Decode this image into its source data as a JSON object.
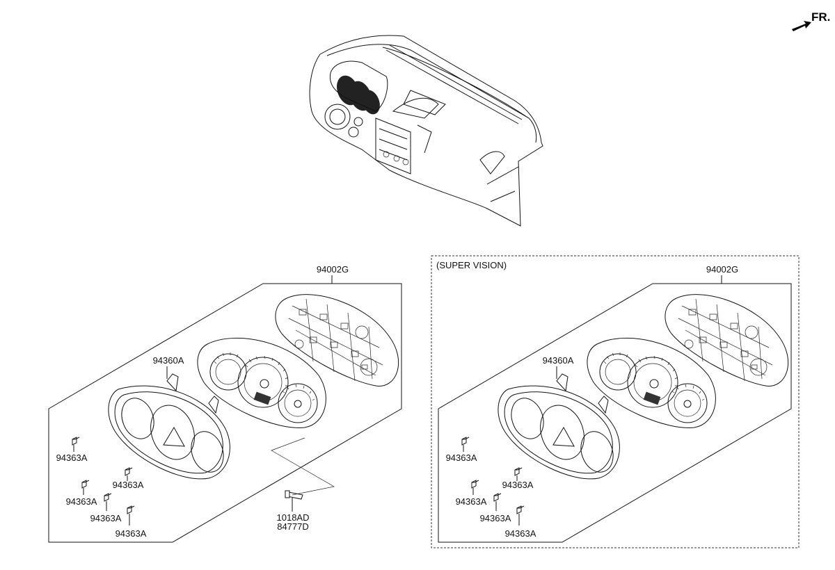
{
  "direction_label": "FR.",
  "panel_left": {
    "part_assembly": "94002G",
    "part_housing": "94360A",
    "part_bulb": "94363A",
    "part_screw_1": "1018AD",
    "part_screw_2": "84777D"
  },
  "panel_right": {
    "variant_label": "(SUPER VISION)",
    "part_assembly": "94002G",
    "part_housing": "94360A",
    "part_bulb": "94363A"
  },
  "icons": {
    "direction": "arrow-forward-icon",
    "dashboard": "dashboard-illustration",
    "cluster": "instrument-cluster-illustration"
  }
}
